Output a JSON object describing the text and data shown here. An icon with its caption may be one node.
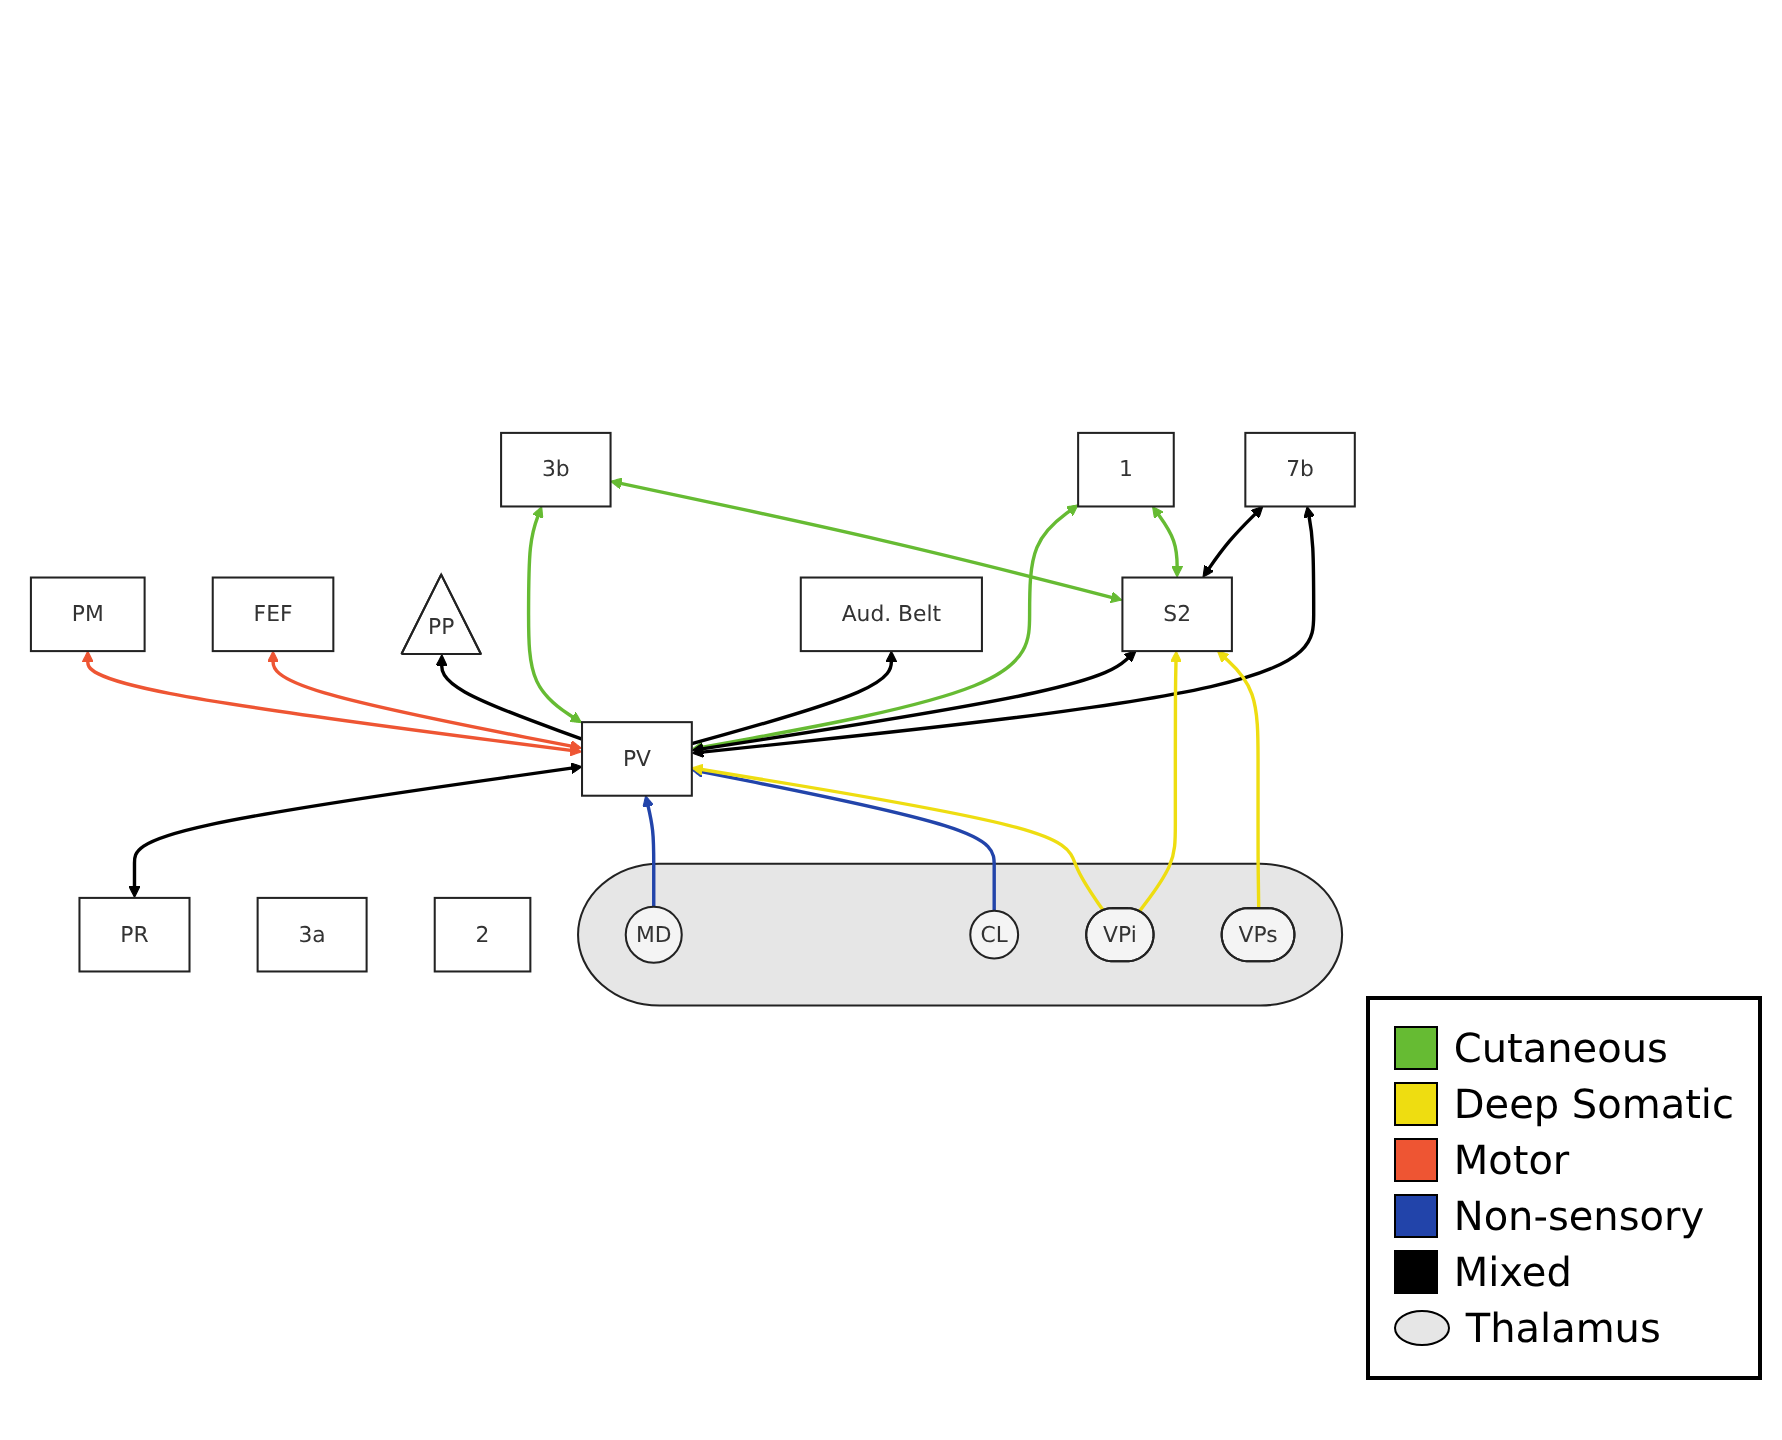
{
  "diagram": {
    "nodes": [
      {
        "text": [
          "PM"
        ]
      },
      {
        "text": [
          "FEF"
        ]
      },
      {
        "text": [
          "3a"
        ]
      },
      {
        "text": [
          "3b"
        ]
      },
      {
        "text": [
          "1"
        ]
      },
      {
        "text": [
          "2"
        ]
      },
      {
        "text": [
          "PP"
        ]
      },
      {
        "text": [
          "PV"
        ]
      },
      {
        "text": [
          "S2"
        ]
      },
      {
        "text": [
          "PR"
        ]
      },
      {
        "text": [
          "7b"
        ]
      },
      {
        "text": [
          "Aud. Belt"
        ]
      },
      {
        "text": [],
        "shape": "ellipse"
      },
      {
        "text": [
          "MD"
        ],
        "in": 12
      },
      {
        "text": [
          "CL"
        ],
        "in": 12
      },
      {
        "text": [
          "VPi"
        ],
        "in": 12
      },
      {
        "text": [
          "VPs"
        ],
        "in": 12
      }
    ],
    "edges": [
      {
        "from": 7,
        "to": 0,
        "arrow": "both",
        "color": "#ee5533"
      },
      {
        "from": 7,
        "to": 1,
        "arrow": "both",
        "color": "#ee5533"
      },
      {
        "from": 7,
        "to": 3,
        "arrow": "both",
        "color": "#66bb33"
      },
      {
        "from": 7,
        "to": 4,
        "arrow": "both",
        "color": "#66bb33"
      },
      {
        "from": 8,
        "to": 3,
        "arrow": "both",
        "color": "#66bb33"
      },
      {
        "from": 8,
        "to": 4,
        "arrow": "both",
        "color": "#66bb33"
      },
      {
        "from": 7,
        "to": 6,
        "arrow": "to"
      },
      {
        "from": 9,
        "to": 7,
        "arrow": "both"
      },
      {
        "from": 7,
        "to": 8,
        "arrow": "both"
      },
      {
        "from": 8,
        "to": 10,
        "arrow": "both"
      },
      {
        "from": 7,
        "to": 10,
        "arrow": "both"
      },
      {
        "from": 7,
        "to": 11,
        "arrow": "to"
      },
      {
        "from": 13,
        "to": 7,
        "arrow": "to",
        "color": "#2244aa"
      },
      {
        "from": 14,
        "to": 7,
        "arrow": "to",
        "color": "#2244aa"
      },
      {
        "from": 15,
        "to": 7,
        "arrow": "to",
        "color": "#eedd11"
      },
      {
        "from": 15,
        "to": 8,
        "arrow": "to",
        "color": "#eedd11"
      },
      {
        "from": 16,
        "to": 8,
        "arrow": "to",
        "color": "#eedd11"
      }
    ],
    "legend": [
      {
        "text": "Cutaneous",
        "color": "#66bb33"
      },
      {
        "text": "Deep Somatic",
        "color": "#eedd11"
      },
      {
        "text": "Motor",
        "color": "#ee5533"
      },
      {
        "text": "Non-sensory",
        "color": "#2244aa"
      },
      {
        "text": "Mixed",
        "color": "#000000"
      },
      {
        "text": "Thalamus"
      }
    ]
  }
}
